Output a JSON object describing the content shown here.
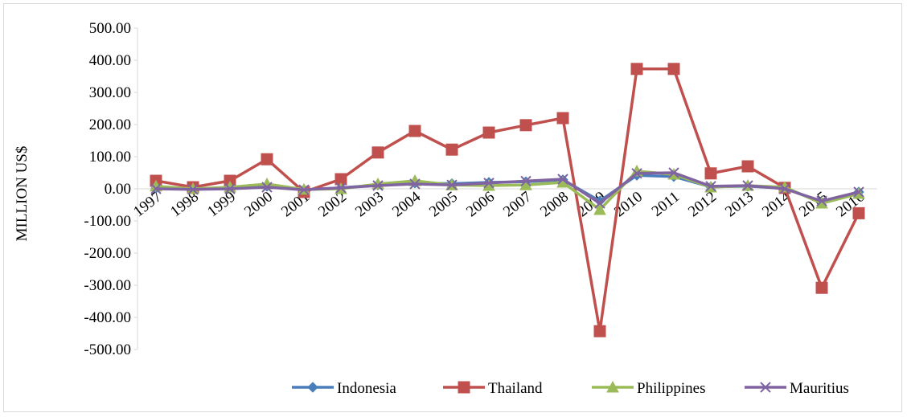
{
  "chart_data": {
    "type": "line",
    "title": "",
    "xlabel": "",
    "ylabel": "MILLION US$",
    "ylim": [
      -500,
      500
    ],
    "ytick_step": 100,
    "ytick_format": "0.00",
    "grid": false,
    "legend_position": "bottom",
    "categories": [
      "1997",
      "1998",
      "1999",
      "2000",
      "2001",
      "2002",
      "2003",
      "2004",
      "2005",
      "2006",
      "2007",
      "2008",
      "2009",
      "2010",
      "2011",
      "2012",
      "2013",
      "2014",
      "2015",
      "2016"
    ],
    "series": [
      {
        "name": "Indonesia",
        "color": "#4a7ebb",
        "marker": "diamond",
        "values": [
          2,
          0,
          3,
          8,
          -3,
          3,
          12,
          18,
          16,
          20,
          22,
          28,
          -38,
          42,
          38,
          6,
          8,
          2,
          -42,
          -10
        ]
      },
      {
        "name": "Thailand",
        "color": "#c0504d",
        "marker": "square",
        "values": [
          25,
          5,
          25,
          92,
          -10,
          30,
          113,
          180,
          122,
          175,
          198,
          220,
          -443,
          373,
          373,
          48,
          70,
          3,
          -308,
          -76
        ]
      },
      {
        "name": "Philippines",
        "color": "#9bbb59",
        "marker": "triangle",
        "values": [
          8,
          0,
          5,
          15,
          -2,
          0,
          15,
          25,
          12,
          10,
          12,
          20,
          -65,
          55,
          45,
          5,
          10,
          5,
          -45,
          -15
        ]
      },
      {
        "name": "Mauritius",
        "color": "#8064a2",
        "marker": "x",
        "values": [
          0,
          -2,
          0,
          5,
          -3,
          3,
          10,
          15,
          12,
          18,
          24,
          30,
          -45,
          48,
          50,
          8,
          10,
          0,
          -38,
          -10
        ]
      }
    ]
  }
}
